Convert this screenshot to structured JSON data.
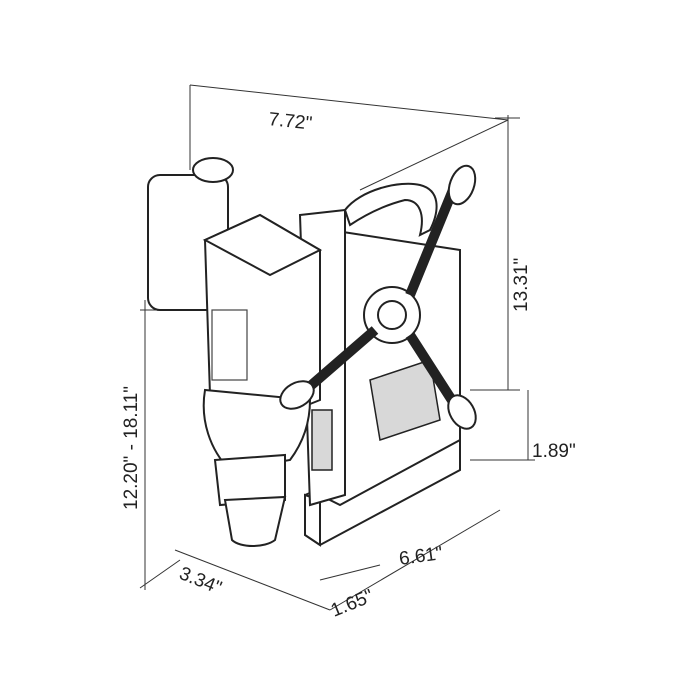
{
  "title": "Magnetic drill press dimensions",
  "dimensions": {
    "top_width": "7.72\"",
    "height": "13.31\"",
    "stroke_range": "12.20\" - 18.11\"",
    "base_height": "1.89\"",
    "base_length": "6.61\"",
    "base_width": "3.34\"",
    "offset": "1.65\""
  }
}
